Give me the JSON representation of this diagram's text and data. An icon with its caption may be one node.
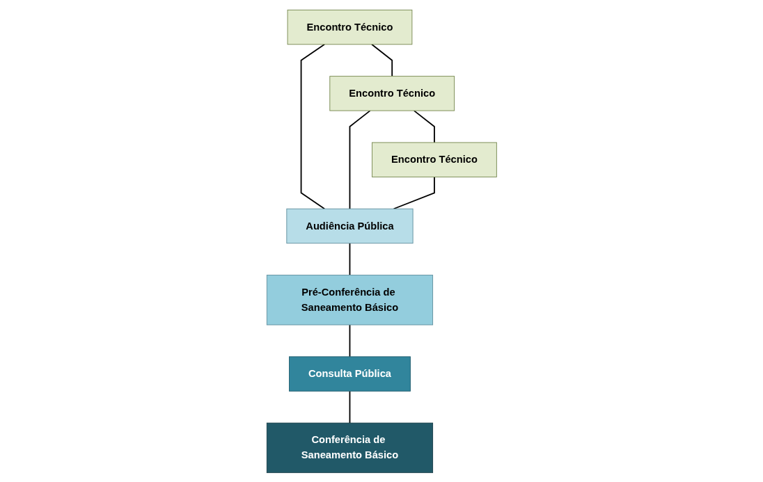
{
  "diagram": {
    "nodes": [
      {
        "text": [
          "Encontro Técnico"
        ]
      },
      {
        "text": [
          "Encontro Técnico"
        ]
      },
      {
        "text": [
          "Encontro Técnico"
        ]
      },
      {
        "text": [
          "Audiência Pública"
        ]
      },
      {
        "text": [
          "Pré-Conferência de Saneamento Básico"
        ]
      },
      {
        "text": [
          "Consulta Pública"
        ]
      },
      {
        "text": [
          "Conferência de Saneamento Básico"
        ]
      }
    ],
    "edges": [
      {
        "from": 0,
        "to": 1,
        "arrow": "none"
      },
      {
        "from": 1,
        "to": 2,
        "arrow": "none"
      },
      {
        "from": 0,
        "to": 3,
        "arrow": "none"
      },
      {
        "from": 1,
        "to": 3,
        "arrow": "none"
      },
      {
        "from": 2,
        "to": 3,
        "arrow": "none"
      },
      {
        "from": 3,
        "to": 4,
        "arrow": "none"
      },
      {
        "from": 4,
        "to": 5,
        "arrow": "none"
      },
      {
        "from": 5,
        "to": 6,
        "arrow": "none"
      }
    ]
  }
}
